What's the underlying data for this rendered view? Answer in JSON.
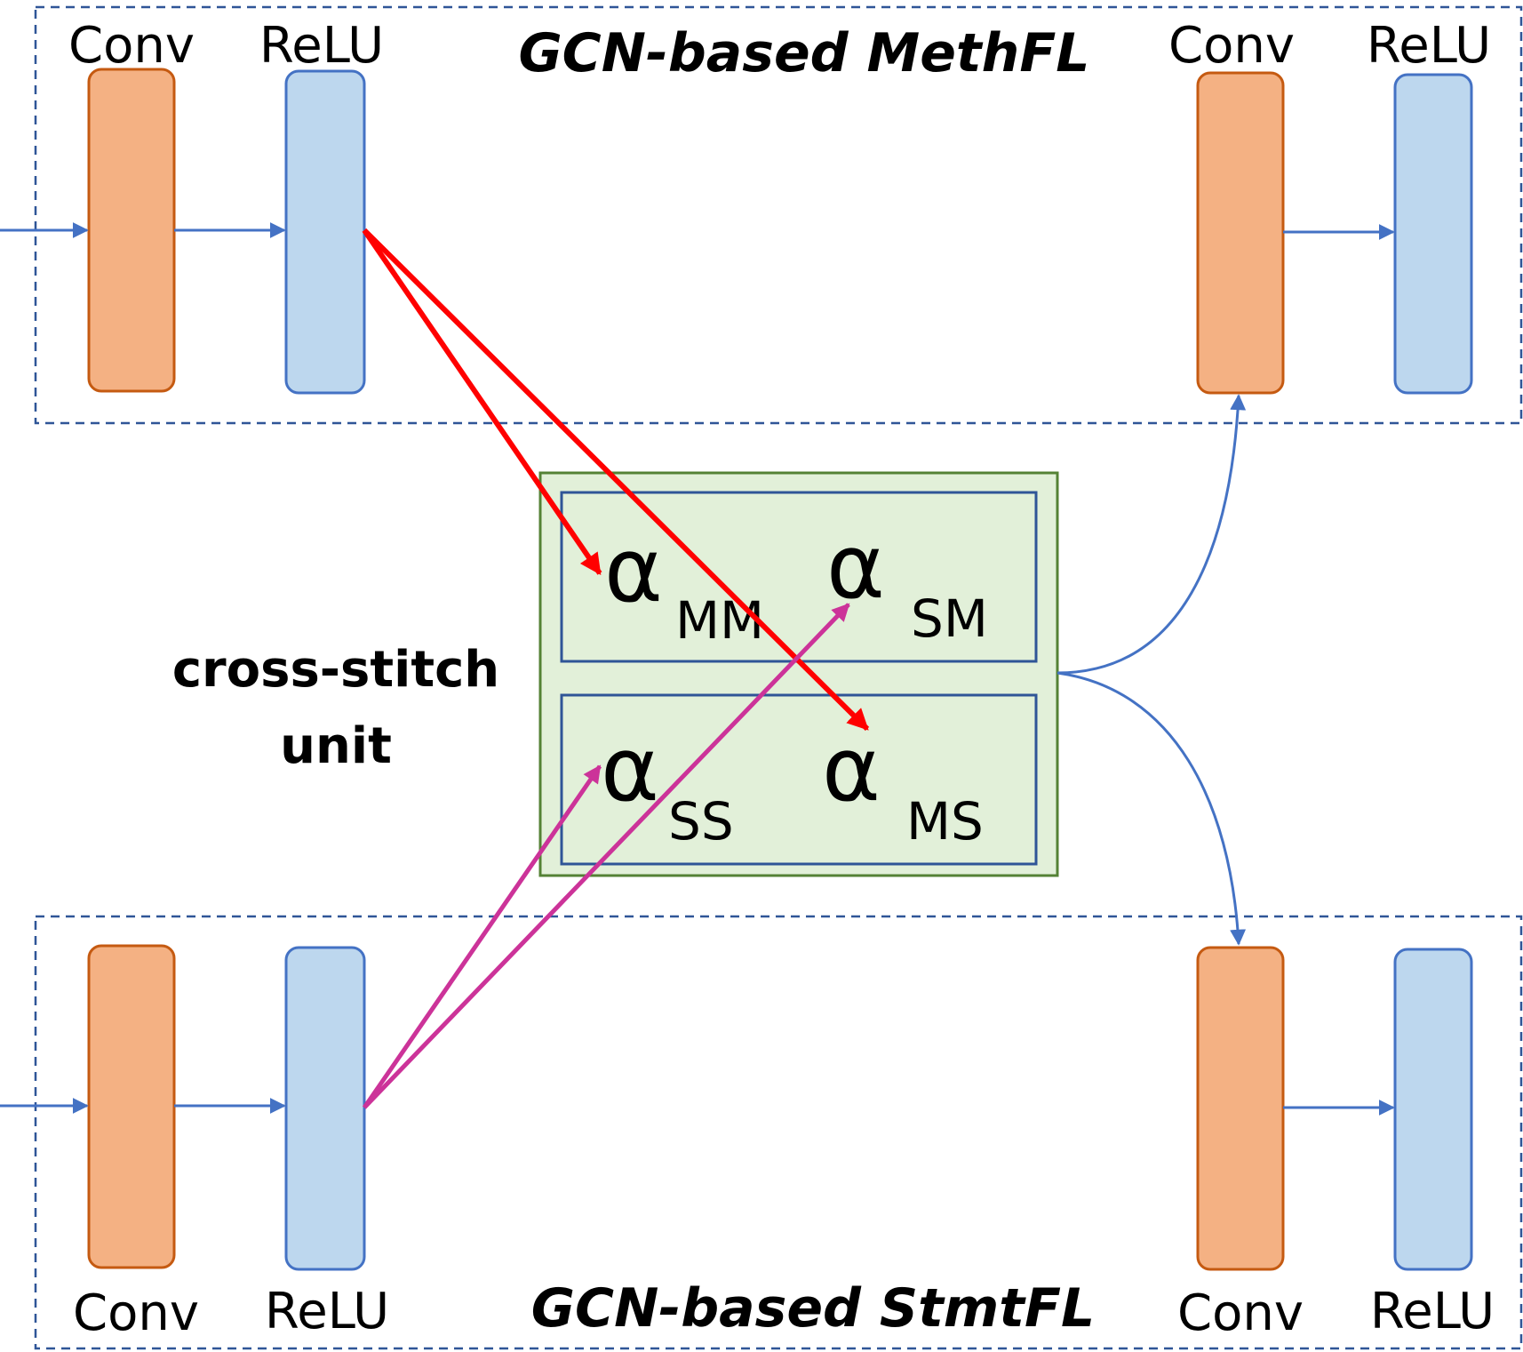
{
  "top_branch": {
    "title": "GCN-based MethFL",
    "conv_label_1": "Conv",
    "relu_label_1": "ReLU",
    "conv_label_2": "Conv",
    "relu_label_2": "ReLU"
  },
  "bottom_branch": {
    "title": "GCN-based StmtFL",
    "conv_label_1": "Conv",
    "relu_label_1": "ReLU",
    "conv_label_2": "Conv",
    "relu_label_2": "ReLU"
  },
  "cross_stitch": {
    "label_line1": "cross-stitch",
    "label_line2": "unit",
    "alpha_symbol": "α",
    "sub_mm": "MM",
    "sub_sm": "SM",
    "sub_ss": "SS",
    "sub_ms": "MS"
  },
  "colors": {
    "conv_fill": "#F4B183",
    "conv_stroke": "#C55A11",
    "relu_fill": "#BDD7EE",
    "relu_stroke": "#4472C4",
    "flow_arrow": "#4472C4",
    "dashed_border": "#2F5597",
    "unit_fill": "#E2F0D9",
    "unit_stroke": "#548235",
    "inner_box_stroke": "#2F5597",
    "meth_arrow": "#FF0000",
    "stmt_arrow": "#CC3399"
  }
}
